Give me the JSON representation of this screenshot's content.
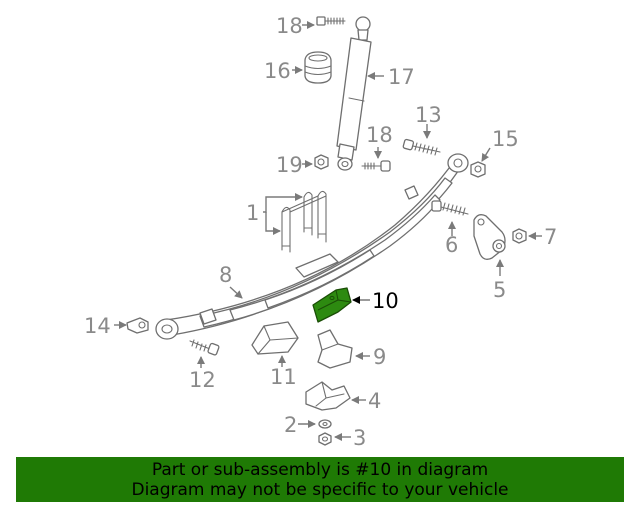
{
  "diagram": {
    "highlighted_part": "10",
    "highlight_color": "#2d8a10",
    "callouts": [
      "1",
      "2",
      "3",
      "4",
      "5",
      "6",
      "7",
      "8",
      "9",
      "10",
      "11",
      "12",
      "13",
      "14",
      "15",
      "16",
      "17",
      "18",
      "18",
      "19"
    ]
  },
  "banner": {
    "line1": "Part or sub-assembly is #10 in diagram",
    "line2": "Diagram may not be specific to your vehicle",
    "background": "#1f7a05"
  }
}
